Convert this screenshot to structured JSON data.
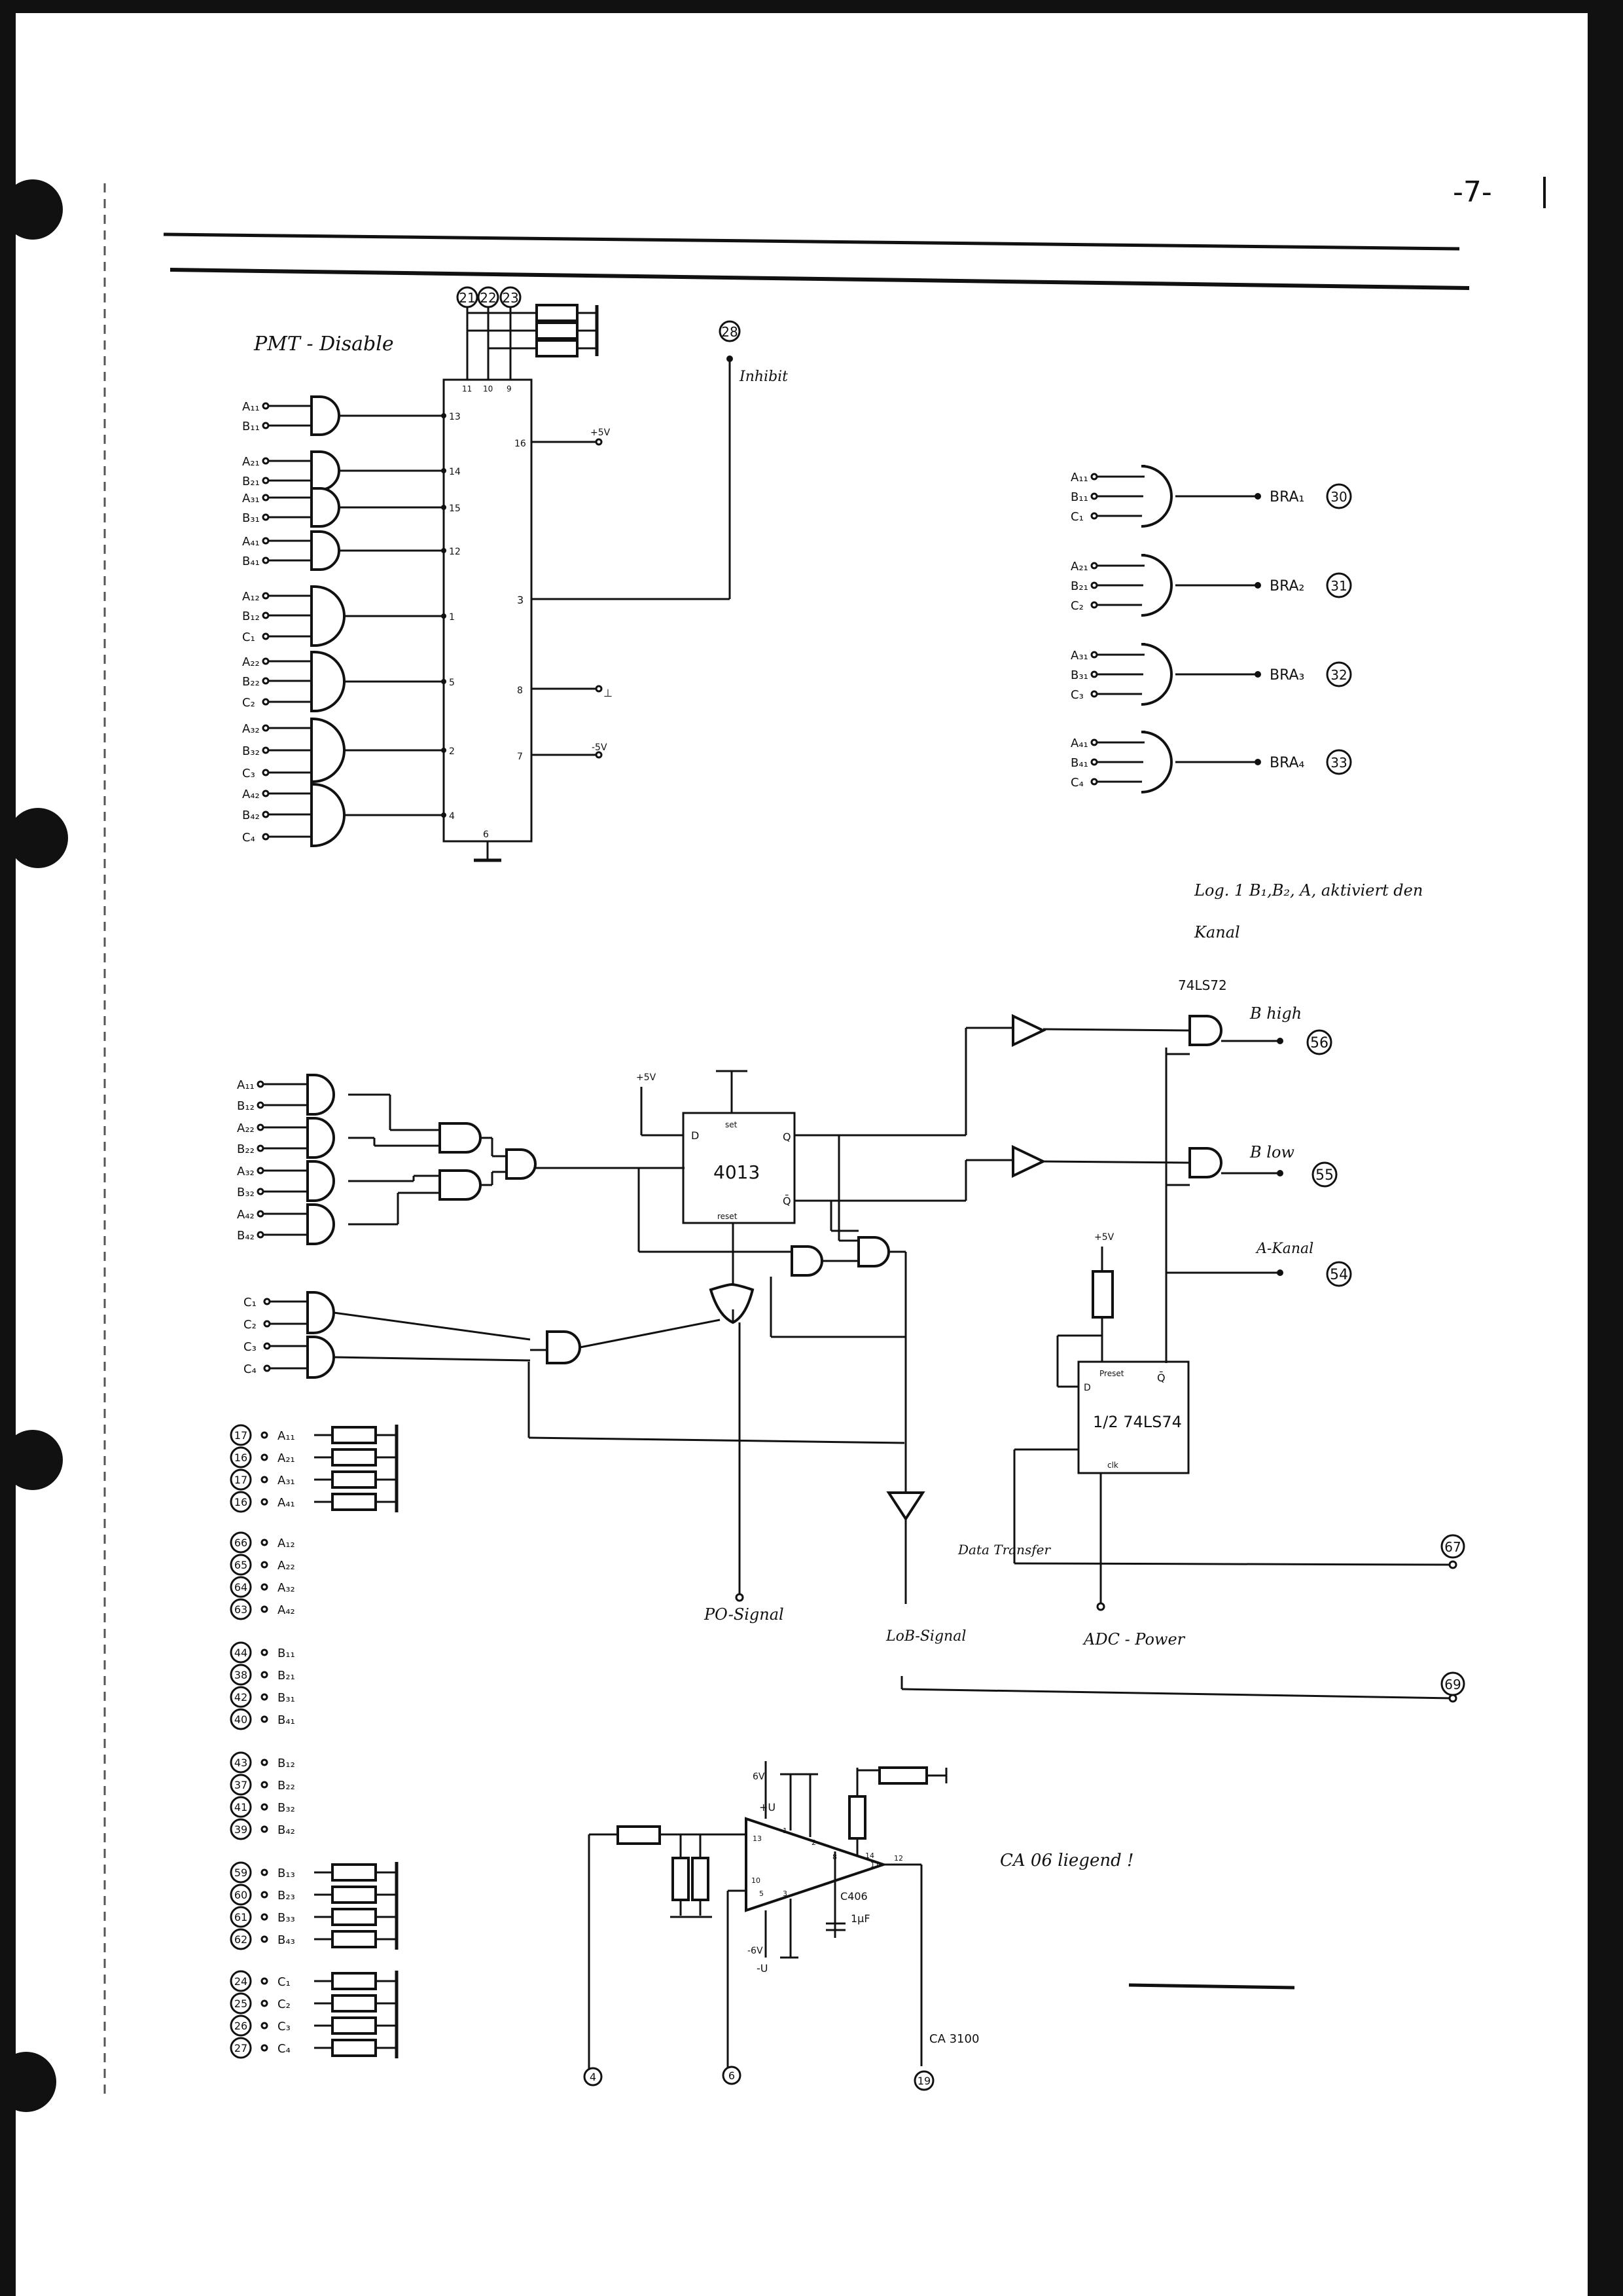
{
  "page_number": "-7-",
  "pmt_disable": {
    "title": "PMT - Disable",
    "top_pins": [
      "21",
      "22",
      "23"
    ],
    "chip_top_pins": [
      "11",
      "10",
      "9"
    ],
    "chip_left_pins": [
      "13",
      "14",
      "15",
      "12",
      "1",
      "5",
      "2",
      "4"
    ],
    "chip_right_pins": [
      "16",
      "3",
      "8",
      "7"
    ],
    "chip_bottom_pin": "6",
    "plus5v": "+5V",
    "minus5v": "-5V",
    "gnd": "⊥",
    "inhibit_pin": "28",
    "inhibit_label": "Inhibit",
    "inputs": [
      "A₁₁",
      "B₁₁",
      "A₂₁",
      "B₂₁",
      "A₃₁",
      "B₃₁",
      "A₄₁",
      "B₄₁",
      "A₁₂",
      "B₁₂",
      "C₁",
      "A₂₂",
      "B₂₂",
      "C₂",
      "A₃₂",
      "B₃₂",
      "C₃",
      "A₄₂",
      "B₄₂",
      "C₄"
    ]
  },
  "bra": [
    {
      "inputs": [
        "A₁₁",
        "B₁₁",
        "C₁"
      ],
      "label": "BRA₁",
      "pin": "30"
    },
    {
      "inputs": [
        "A₂₁",
        "B₂₁",
        "C₂"
      ],
      "label": "BRA₂",
      "pin": "31"
    },
    {
      "inputs": [
        "A₃₁",
        "B₃₁",
        "C₃"
      ],
      "label": "BRA₃",
      "pin": "32"
    },
    {
      "inputs": [
        "A₄₁",
        "B₄₁",
        "C₄"
      ],
      "label": "BRA₄",
      "pin": "33"
    }
  ],
  "note_line1": "Log. 1  B₁,B₂, A, aktiviert den",
  "note_line2": "Kanal",
  "logic": {
    "ic_74ls72": "74LS72",
    "ff_4013": "4013",
    "ff_d": "D",
    "ff_q": "Q",
    "ff_qbar": "Q̄",
    "ff_set": "set",
    "ff_reset": "reset",
    "ff_plus5v": "+5V",
    "inputs_top": [
      "A₁₁",
      "B₁₂",
      "A₂₂",
      "B₂₂",
      "A₃₂",
      "B₃₂",
      "A₄₂",
      "B₄₂"
    ],
    "inputs_c": [
      "C₁",
      "C₂",
      "C₃",
      "C₄"
    ],
    "bhigh": "B high",
    "bhigh_pin": "56",
    "blow": "B low",
    "blow_pin": "55",
    "akanal": "A-Kanal",
    "akanal_pin": "54",
    "ic_74ls74": "1/2 74LS74",
    "ls74_preset": "Preset",
    "ls74_d": "D",
    "ls74_qbar": "Q̄",
    "ls74_clk": "clk",
    "ls74_plus5v": "+5V",
    "data_transfer": "Data Transfer",
    "data_transfer_pin": "67",
    "adc_power": "ADC - Power",
    "po_signal": "PO-Signal",
    "lob_signal": "LoB-Signal",
    "lob_pin": "69"
  },
  "pin_groups": [
    {
      "rows": [
        {
          "pin": "17",
          "label": "A₁₁"
        },
        {
          "pin": "16",
          "label": "A₂₁"
        },
        {
          "pin": "17",
          "label": "A₃₁"
        },
        {
          "pin": "16",
          "label": "A₄₁"
        }
      ],
      "resistors": true
    },
    {
      "rows": [
        {
          "pin": "66",
          "label": "A₁₂"
        },
        {
          "pin": "65",
          "label": "A₂₂"
        },
        {
          "pin": "64",
          "label": "A₃₂"
        },
        {
          "pin": "63",
          "label": "A₄₂"
        }
      ],
      "resistors": false
    },
    {
      "rows": [
        {
          "pin": "44",
          "label": "B₁₁"
        },
        {
          "pin": "38",
          "label": "B₂₁"
        },
        {
          "pin": "42",
          "label": "B₃₁"
        },
        {
          "pin": "40",
          "label": "B₄₁"
        }
      ],
      "resistors": false
    },
    {
      "rows": [
        {
          "pin": "43",
          "label": "B₁₂"
        },
        {
          "pin": "37",
          "label": "B₂₂"
        },
        {
          "pin": "41",
          "label": "B₃₂"
        },
        {
          "pin": "39",
          "label": "B₄₂"
        }
      ],
      "resistors": false
    },
    {
      "rows": [
        {
          "pin": "59",
          "label": "B₁₃"
        },
        {
          "pin": "60",
          "label": "B₂₃"
        },
        {
          "pin": "61",
          "label": "B₃₃"
        },
        {
          "pin": "62",
          "label": "B₄₃"
        }
      ],
      "resistors": true
    },
    {
      "rows": [
        {
          "pin": "24",
          "label": "C₁"
        },
        {
          "pin": "25",
          "label": "C₂"
        },
        {
          "pin": "26",
          "label": "C₃"
        },
        {
          "pin": "27",
          "label": "C₄"
        }
      ],
      "resistors": true
    }
  ],
  "amp": {
    "plus_u": "+U",
    "plus6v": "6V",
    "minus6v": "-6V",
    "minus_u": "-U",
    "chip": "CA 3100",
    "cap": "C406",
    "cap_value": "1μF",
    "pin_left": "4",
    "pin_mid": "6",
    "pin_out": "19",
    "op_pins": [
      "13",
      "1",
      "2",
      "8",
      "10",
      "5",
      "3",
      "14",
      "11",
      "12"
    ],
    "note": "CA 06  liegend !"
  }
}
